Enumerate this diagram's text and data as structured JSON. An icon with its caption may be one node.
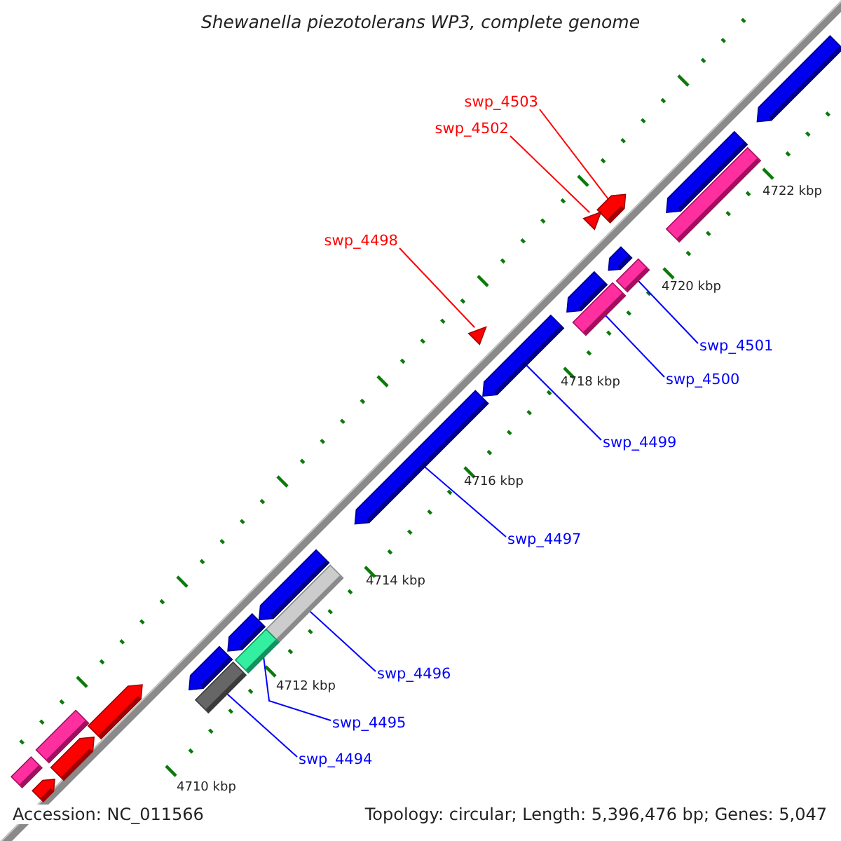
{
  "diagram": {
    "title": "Shewanella piezotolerans WP3, complete genome",
    "nodes": [
      {
        "text": [
          "swp_4503"
        ]
      },
      {
        "text": [
          "swp_4502"
        ]
      },
      {
        "text": [
          "swp_4498"
        ]
      },
      {
        "text": [
          "swp_4501"
        ]
      },
      {
        "text": [
          "swp_4500"
        ]
      },
      {
        "text": [
          "swp_4499"
        ]
      },
      {
        "text": [
          "swp_4497"
        ]
      },
      {
        "text": [
          "swp_4496"
        ]
      },
      {
        "text": [
          "swp_4495"
        ]
      },
      {
        "text": [
          "swp_4494"
        ]
      },
      {
        "text": [],
        "shape": "bar"
      },
      {
        "text": [],
        "shape": "bar"
      },
      {
        "text": [],
        "shape": "box"
      },
      {
        "text": [],
        "shape": "bar"
      },
      {
        "text": [],
        "shape": "box"
      },
      {
        "text": [],
        "shape": "bar"
      },
      {
        "text": [],
        "shape": "box"
      },
      {
        "text": [],
        "shape": "bar"
      },
      {
        "text": [],
        "shape": "bar"
      },
      {
        "text": [],
        "shape": "bar"
      },
      {
        "text": [],
        "shape": "triangle"
      },
      {
        "text": [],
        "shape": "triangle"
      },
      {
        "text": [],
        "shape": "bar"
      },
      {
        "text": [],
        "shape": "bar"
      },
      {
        "text": [],
        "shape": "bar"
      },
      {
        "text": [],
        "shape": "box"
      },
      {
        "text": [],
        "shape": "box"
      },
      {
        "text": [],
        "shape": "box"
      },
      {
        "text": [],
        "shape": "bar"
      },
      {
        "text": [],
        "shape": "box"
      },
      {
        "text": [],
        "shape": "bar"
      },
      {
        "text": [],
        "shape": "box"
      },
      {
        "text": [],
        "shape": "bar"
      }
    ],
    "edges": [
      {
        "from": 0,
        "to": 19,
        "arrow": "none",
        "color": "#ff0000"
      },
      {
        "from": 1,
        "to": 20,
        "arrow": "none",
        "color": "#ff0000"
      },
      {
        "from": 2,
        "to": 21,
        "arrow": "none",
        "color": "#ff0000"
      },
      {
        "from": 3,
        "to": 14,
        "arrow": "none"
      },
      {
        "from": 4,
        "to": 16,
        "arrow": "none"
      },
      {
        "from": 5,
        "to": 17,
        "arrow": "none"
      },
      {
        "from": 6,
        "to": 18,
        "arrow": "none"
      },
      {
        "from": 7,
        "to": 25,
        "arrow": "none"
      },
      {
        "from": 8,
        "to": 26,
        "arrow": "none"
      },
      {
        "from": 9,
        "to": 27,
        "arrow": "none"
      }
    ],
    "labels": [
      "4722 kbp",
      "4720 kbp",
      "4718 kbp",
      "4716 kbp",
      "4714 kbp",
      "4712 kbp",
      "4710 kbp",
      "Accession: NC_011566",
      "Topology: circular; Length: 5,396,476 bp; Genes: 5,047"
    ]
  }
}
